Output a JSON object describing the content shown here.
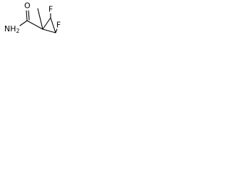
{
  "molecule": {
    "atoms": {
      "fluorine_top": "F",
      "fluorine_right": "F",
      "oxygen": "O",
      "amide_nitrogen": "NH",
      "amide_h_subscript": "2"
    }
  }
}
